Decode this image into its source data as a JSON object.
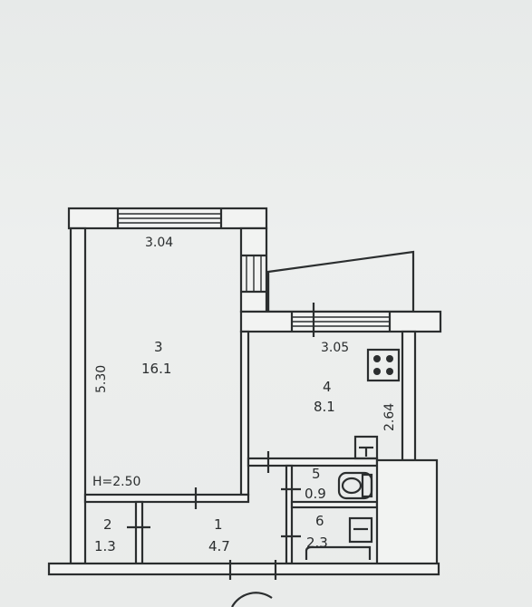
{
  "rooms": [
    {
      "number": "3",
      "area": "16.1"
    },
    {
      "number": "4",
      "area": "8.1"
    },
    {
      "number": "1",
      "area": "4.7"
    },
    {
      "number": "2",
      "area": "1.3"
    },
    {
      "number": "5",
      "area": "0.9"
    },
    {
      "number": "6",
      "area": "2.3"
    }
  ],
  "dimensions": {
    "room3_width": "3.04",
    "room3_length": "5.30",
    "room4_width": "3.05",
    "room4_length": "2.64",
    "ceiling_height": "H=2.50"
  }
}
